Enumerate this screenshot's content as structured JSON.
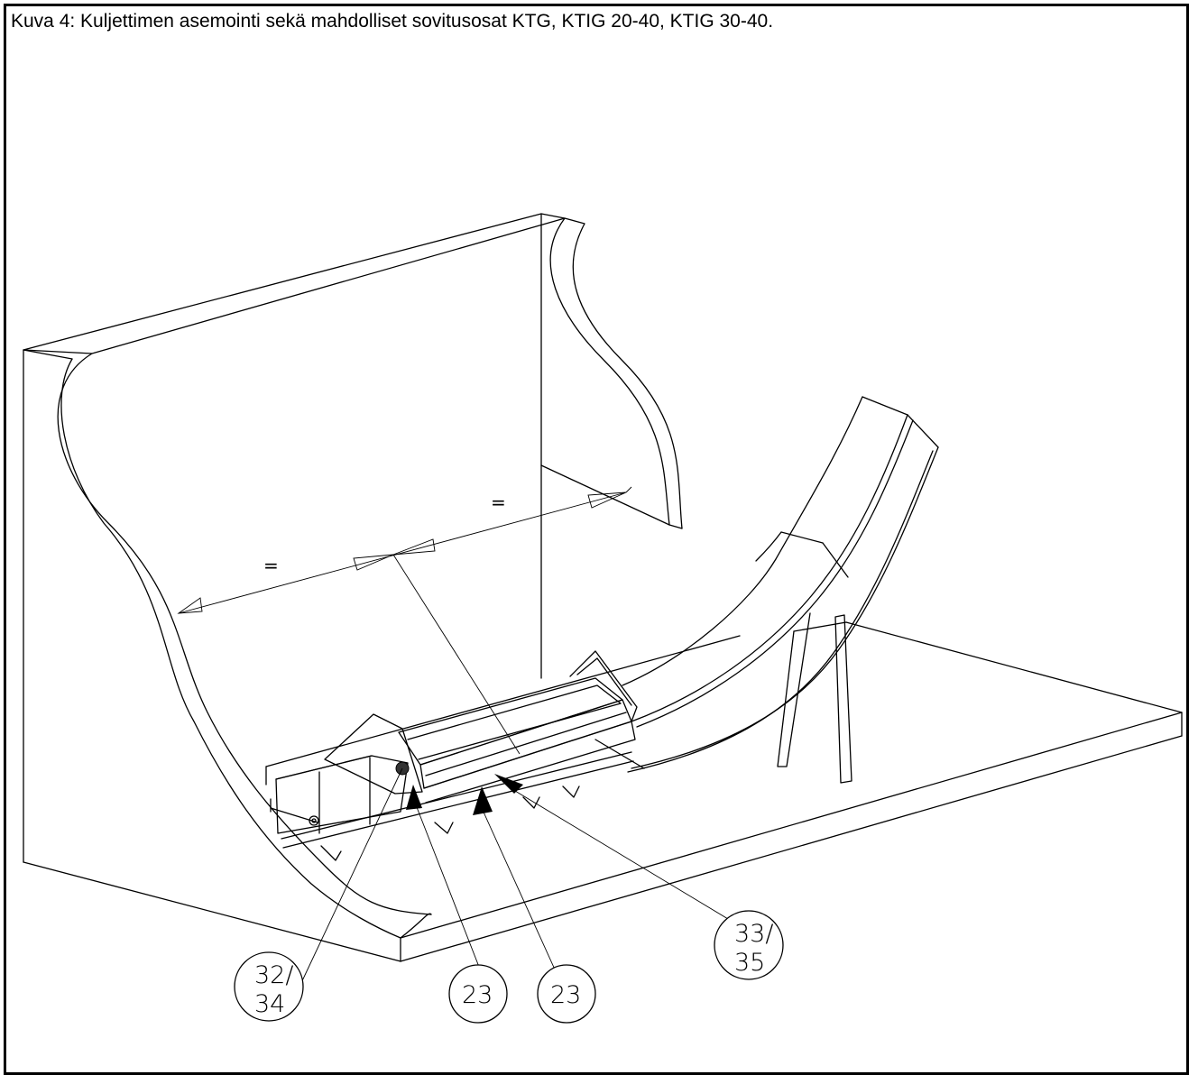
{
  "caption": "Kuva 4: Kuljettimen asemointi sekä mahdolliset sovitusosat KTG, KTIG 20-40, KTIG 30-40.",
  "equal_marks": [
    "=",
    "="
  ],
  "callouts": [
    {
      "line1": "32/",
      "line2": "34"
    },
    {
      "line1": "23",
      "line2": ""
    },
    {
      "line1": "23",
      "line2": ""
    },
    {
      "line1": "33/",
      "line2": "35"
    }
  ]
}
